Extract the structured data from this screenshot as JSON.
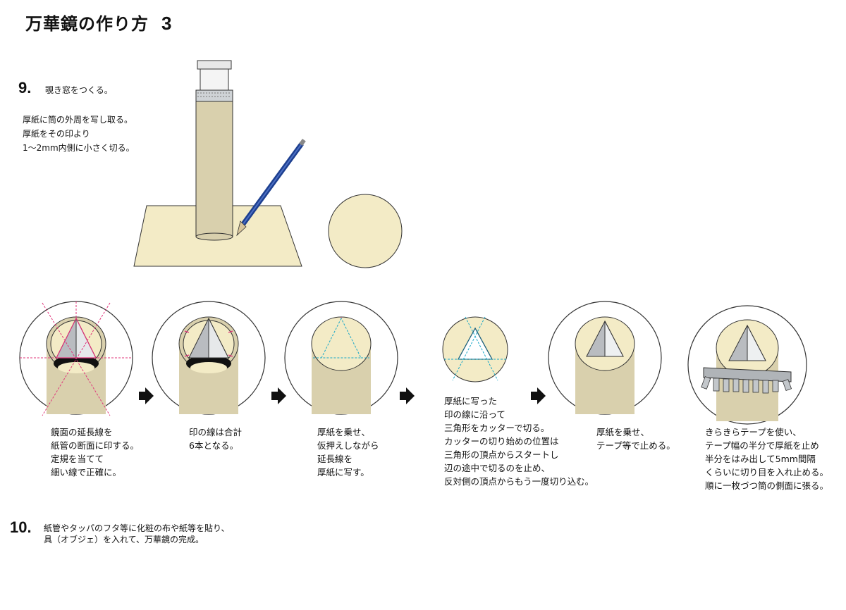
{
  "header": {
    "title": "万華鏡の作り方",
    "page_number": "3"
  },
  "step9": {
    "number": "9.",
    "heading": "覗き窓をつくる。",
    "body": "厚紙に筒の外周を写し取る。\n厚紙をその印より\n1～2mm内側に小さく切る。"
  },
  "captions": [
    "鏡面の延長線を\n紙管の断面に印する。\n定規を当てて\n細い線で正確に。",
    "印の線は合計\n6本となる。",
    "厚紙を乗せ、\n仮押えしながら\n延長線を\n厚紙に写す。",
    "厚紙に写った\n印の線に沿って\n三角形をカッターで切る。\nカッターの切り始めの位置は\n三角形の頂点からスタートし\n辺の途中で切るのを止め、\n反対側の頂点からもう一度切り込む。",
    "厚紙を乗せ、\nテープ等で止める。",
    "きらきらテープを使い、\nテープ幅の半分で厚紙を止め\n半分をはみ出して5mm間隔\nくらいに切り目を入れ止める。\n順に一枚づつ筒の側面に張る。"
  ],
  "step10": {
    "number": "10.",
    "body": "紙管やタッパのフタ等に化粧の布や紙等を貼り、\n具（オブジェ）を入れて、万華鏡の完成。"
  },
  "colors": {
    "tube": "#d9d0ad",
    "card": "#f3ebc6",
    "pencil": "#1d3f8f",
    "mark_line": "#e0357a",
    "guide_line": "#1aa8c8"
  }
}
